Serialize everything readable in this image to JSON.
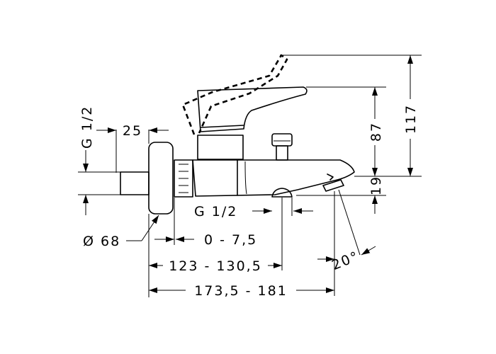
{
  "dimensions": {
    "connection_thread_left": "G 1/2",
    "flange_depth": "25",
    "flange_diameter": "Ø 68",
    "wall_offset_range": "0 - 7,5",
    "outlet_distance": "123 - 130,5",
    "total_projection": "173,5 - 181",
    "outlet_thread": "G 1/2",
    "lever_height": "87",
    "lever_open_height": "117",
    "spout_height": "19",
    "spout_angle": "20°"
  }
}
